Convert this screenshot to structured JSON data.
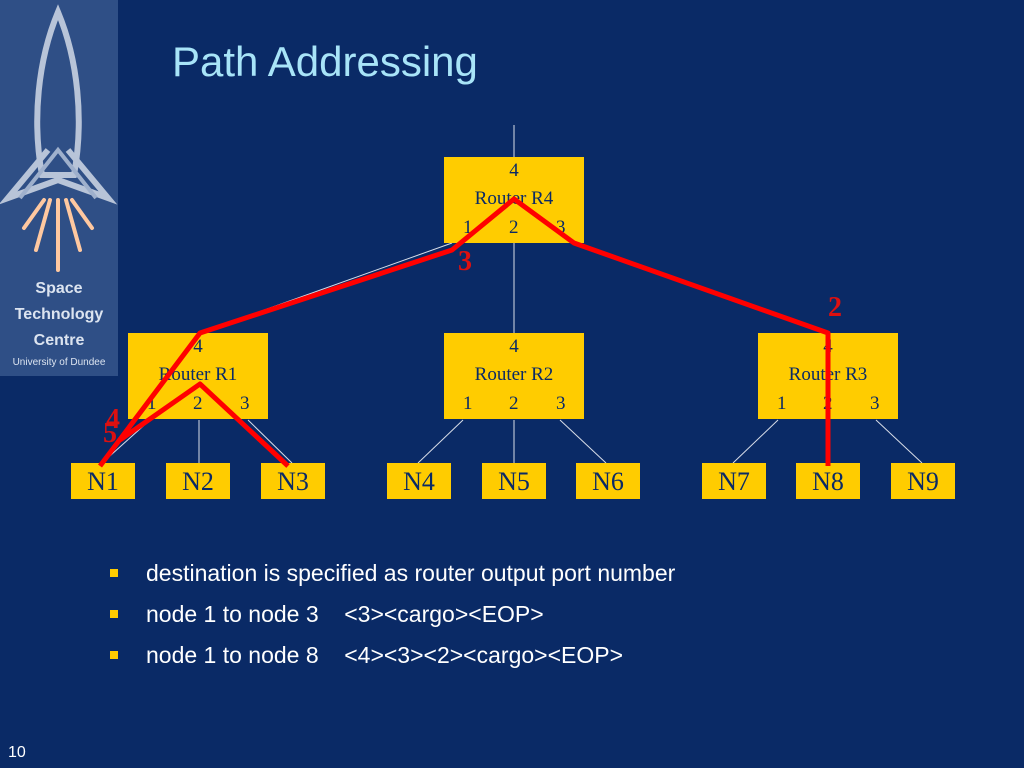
{
  "logo": {
    "line1": "Space",
    "line2": "Technology",
    "line3": "Centre",
    "line4": "University of Dundee"
  },
  "title": "Path Addressing",
  "routers": [
    {
      "top_port": "4",
      "name": "Router R4",
      "ports": [
        "1",
        "2",
        "3"
      ]
    },
    {
      "top_port": "4",
      "name": "Router R1",
      "ports": [
        "1",
        "2",
        "3"
      ]
    },
    {
      "top_port": "4",
      "name": "Router R2",
      "ports": [
        "1",
        "2",
        "3"
      ]
    },
    {
      "top_port": "4",
      "name": "Router R3",
      "ports": [
        "1",
        "2",
        "3"
      ]
    }
  ],
  "nodes": [
    "N1",
    "N2",
    "N3",
    "N4",
    "N5",
    "N6",
    "N7",
    "N8",
    "N9"
  ],
  "path_labels": {
    "r4_port": "3",
    "r3_port": "2",
    "r1_port_a": "4",
    "r1_port_b": "5"
  },
  "path_color": "#ff0000",
  "bullets": [
    "destination is specified as router output port number",
    "node 1 to node 3    <3><cargo><EOP>",
    "node 1 to node 8    <4><3><2><cargo><EOP>"
  ],
  "page_number": "10"
}
